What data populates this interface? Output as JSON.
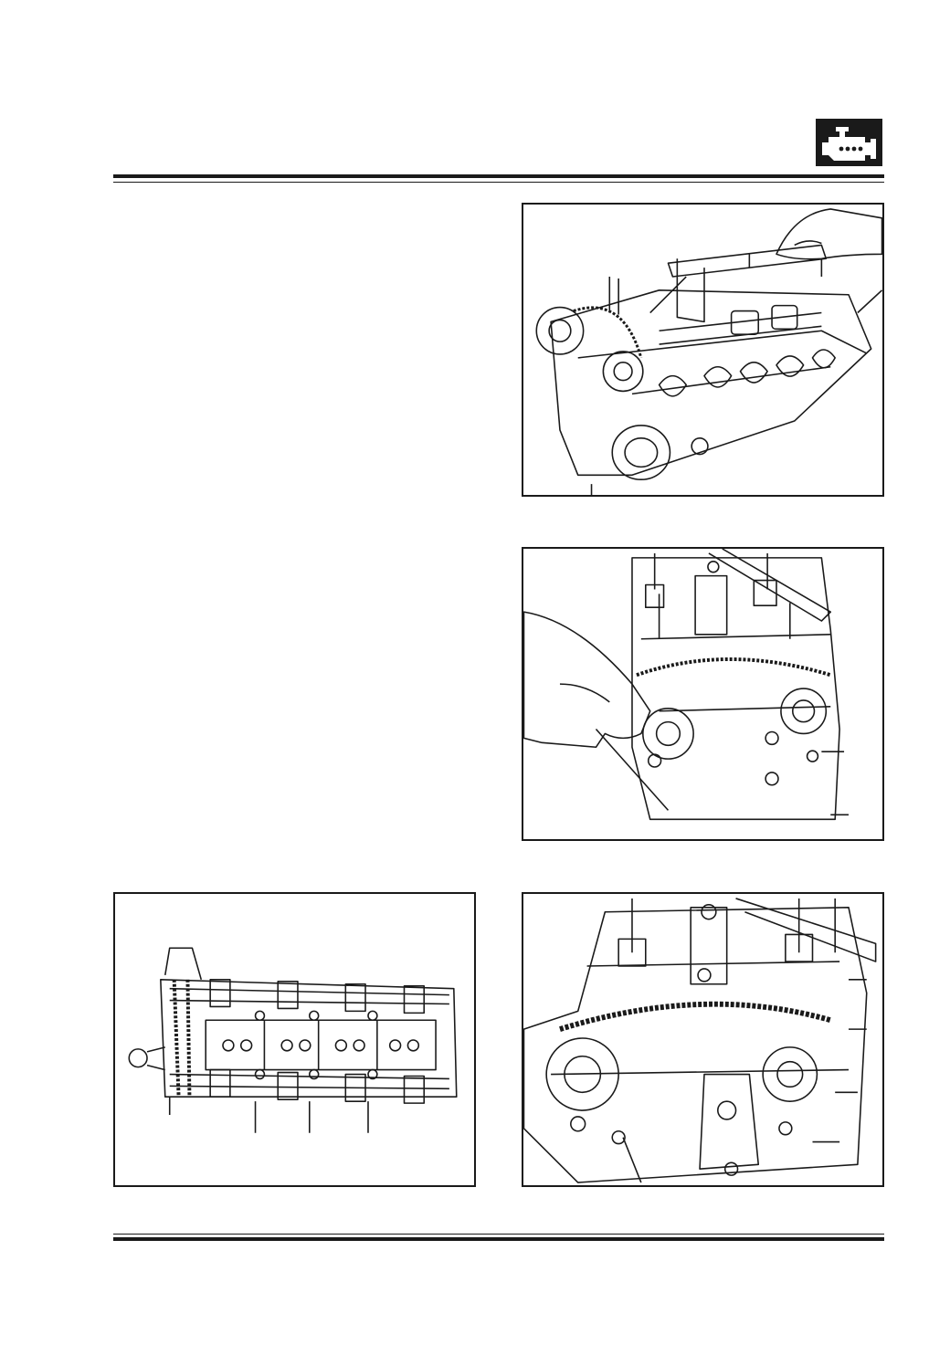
{
  "header": {
    "section_icon": "engine-icon"
  },
  "figures": [
    {
      "id": "fig-1",
      "subject": "cylinder-head-camshaft-tool"
    },
    {
      "id": "fig-2",
      "subject": "timing-chain-tensioner-hand"
    },
    {
      "id": "fig-3",
      "subject": "cylinder-head-top-view"
    },
    {
      "id": "fig-4",
      "subject": "timing-chain-sprockets-closeup"
    }
  ],
  "colors": {
    "ink": "#1a1a1a",
    "paper": "#ffffff"
  }
}
